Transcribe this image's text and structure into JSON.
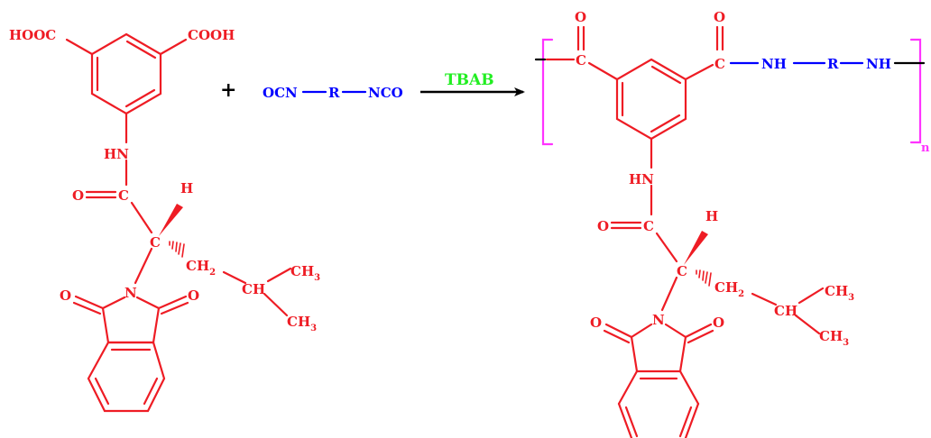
{
  "colors": {
    "reactant": "#ee1c24",
    "diisocyanate": "#0000ff",
    "catalyst": "#22ee22",
    "bracket": "#ff33ff",
    "arrow": "#000000"
  },
  "reactant": {
    "acid_left": "HOOC",
    "acid_right": "COOH",
    "amide_nh": "HN",
    "amide_o": "O",
    "amide_c": "C",
    "chiral_h": "H",
    "chiral_c": "C",
    "ch2": "CH",
    "ch2_sub": "2",
    "ch": "CH",
    "ch3_top": "CH",
    "ch3_top_sub": "3",
    "ch3_bottom": "CH",
    "ch3_bottom_sub": "3",
    "imide_n": "N",
    "imide_o_left": "O",
    "imide_o_right": "O"
  },
  "plus": "+",
  "diisocyanate": {
    "left": "OCN",
    "middle": "R",
    "right": "NCO"
  },
  "catalyst": "TBAB",
  "product": {
    "carbonyl_o_left": "O",
    "carbonyl_c_left": "C",
    "carbonyl_o_right": "O",
    "carbonyl_c_right": "C",
    "nh_left": "NH",
    "r_group": "R",
    "nh_right": "NH",
    "repeat_n": "n",
    "amide_nh": "HN",
    "amide_o": "O",
    "amide_c": "C",
    "chiral_h": "H",
    "chiral_c": "C",
    "ch2": "CH",
    "ch2_sub": "2",
    "ch": "CH",
    "ch3_top": "CH",
    "ch3_top_sub": "3",
    "ch3_bottom": "CH",
    "ch3_bottom_sub": "3",
    "imide_n": "N",
    "imide_o_left": "O",
    "imide_o_right": "O"
  }
}
